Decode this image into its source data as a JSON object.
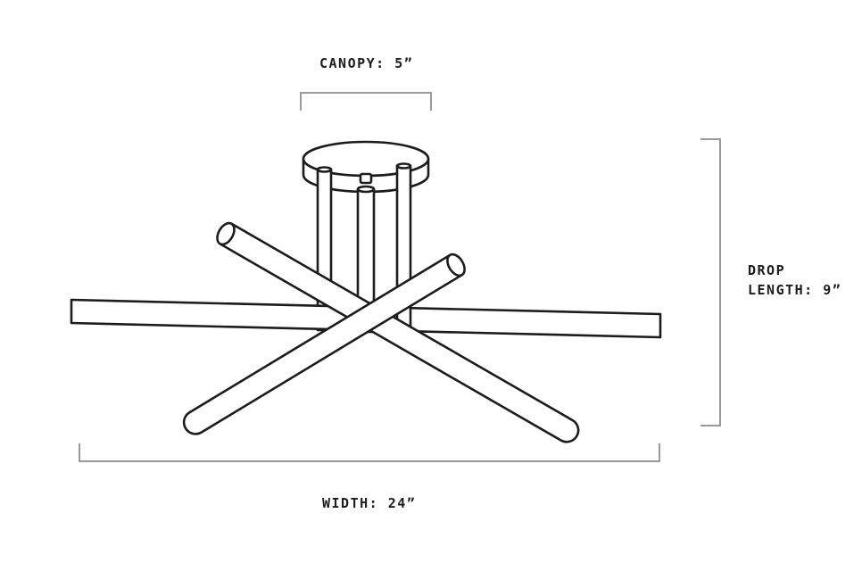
{
  "dimensions": {
    "canopy_label": "CANOPY: 5”",
    "width_label": "WIDTH: 24”",
    "drop_label_line1": "DROP",
    "drop_label_line2": "LENGTH: 9”"
  },
  "colors": {
    "line": "#1c1c1c",
    "dimension_bracket": "#9a9a9a",
    "background": "#ffffff"
  }
}
